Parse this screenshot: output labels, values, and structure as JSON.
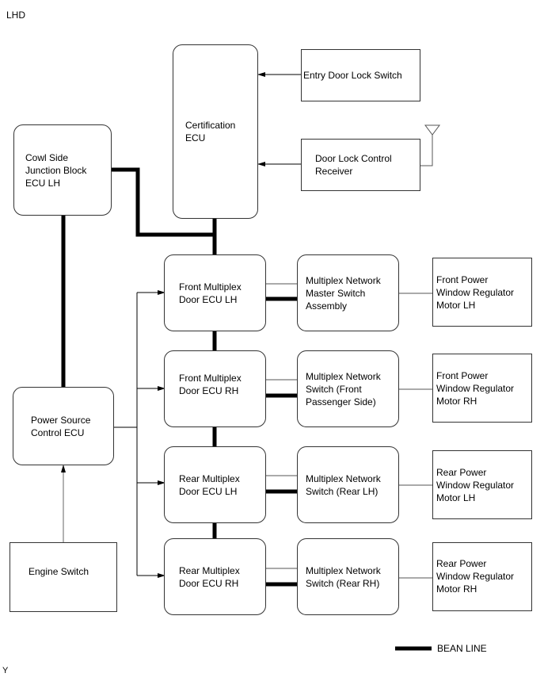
{
  "diagram": {
    "drive_side_label": "LHD",
    "corner_mark": "Y",
    "legend": {
      "bean_line_label": "BEAN LINE"
    },
    "nodes": {
      "certification_ecu": "Certification\nECU",
      "entry_door_lock_switch": "Entry Door Lock Switch",
      "door_lock_control_receiver": "Door Lock Control\nReceiver",
      "cowl_side_jb_ecu_lh": "Cowl Side\nJunction Block\nECU LH",
      "power_source_control_ecu": "Power Source\nControl ECU",
      "engine_switch": "Engine Switch",
      "front_mpx_door_ecu_lh": "Front Multiplex\nDoor ECU LH",
      "front_mpx_door_ecu_rh": "Front Multiplex\nDoor ECU RH",
      "rear_mpx_door_ecu_lh": "Rear Multiplex\nDoor ECU LH",
      "rear_mpx_door_ecu_rh": "Rear Multiplex\nDoor ECU RH",
      "mpx_master_switch": "Multiplex Network\nMaster Switch\nAssembly",
      "mpx_switch_front_passenger": "Multiplex Network\nSwitch (Front\nPassenger Side)",
      "mpx_switch_rear_lh": "Multiplex Network\nSwitch (Rear LH)",
      "mpx_switch_rear_rh": "Multiplex Network\nSwitch (Rear RH)",
      "front_pw_motor_lh": "Front Power\nWindow Regulator\nMotor LH",
      "front_pw_motor_rh": "Front Power\nWindow Regulator\nMotor RH",
      "rear_pw_motor_lh": "Rear Power\nWindow Regulator\nMotor LH",
      "rear_pw_motor_rh": "Rear Power\nWindow Regulator\nMotor RH"
    },
    "connections": [
      {
        "from": "entry_door_lock_switch",
        "to": "certification_ecu",
        "type": "signal-arrow"
      },
      {
        "from": "door_lock_control_receiver",
        "to": "certification_ecu",
        "type": "signal-arrow"
      },
      {
        "from": "cowl_side_jb_ecu_lh",
        "to": "certification_ecu",
        "type": "bean"
      },
      {
        "from": "certification_ecu",
        "to": "front_mpx_door_ecu_lh",
        "type": "bean"
      },
      {
        "from": "cowl_side_jb_ecu_lh",
        "to": "power_source_control_ecu",
        "type": "bean"
      },
      {
        "from": "front_mpx_door_ecu_lh",
        "to": "front_mpx_door_ecu_rh",
        "type": "bean"
      },
      {
        "from": "front_mpx_door_ecu_rh",
        "to": "rear_mpx_door_ecu_lh",
        "type": "bean"
      },
      {
        "from": "rear_mpx_door_ecu_lh",
        "to": "rear_mpx_door_ecu_rh",
        "type": "bean"
      },
      {
        "from": "engine_switch",
        "to": "power_source_control_ecu",
        "type": "signal-arrow"
      },
      {
        "from": "power_source_control_ecu",
        "to": "front_mpx_door_ecu_lh",
        "type": "signal-arrow"
      },
      {
        "from": "power_source_control_ecu",
        "to": "front_mpx_door_ecu_rh",
        "type": "signal-arrow"
      },
      {
        "from": "power_source_control_ecu",
        "to": "rear_mpx_door_ecu_lh",
        "type": "signal-arrow"
      },
      {
        "from": "power_source_control_ecu",
        "to": "rear_mpx_door_ecu_rh",
        "type": "signal-arrow"
      },
      {
        "from": "front_mpx_door_ecu_lh",
        "to": "mpx_master_switch",
        "type": "bean+wire"
      },
      {
        "from": "front_mpx_door_ecu_rh",
        "to": "mpx_switch_front_passenger",
        "type": "bean+wire"
      },
      {
        "from": "rear_mpx_door_ecu_lh",
        "to": "mpx_switch_rear_lh",
        "type": "bean+wire"
      },
      {
        "from": "rear_mpx_door_ecu_rh",
        "to": "mpx_switch_rear_rh",
        "type": "bean+wire"
      },
      {
        "from": "mpx_master_switch",
        "to": "front_pw_motor_lh",
        "type": "wire"
      },
      {
        "from": "mpx_switch_front_passenger",
        "to": "front_pw_motor_rh",
        "type": "wire"
      },
      {
        "from": "mpx_switch_rear_lh",
        "to": "rear_pw_motor_lh",
        "type": "wire"
      },
      {
        "from": "mpx_switch_rear_rh",
        "to": "rear_pw_motor_rh",
        "type": "wire"
      }
    ]
  }
}
